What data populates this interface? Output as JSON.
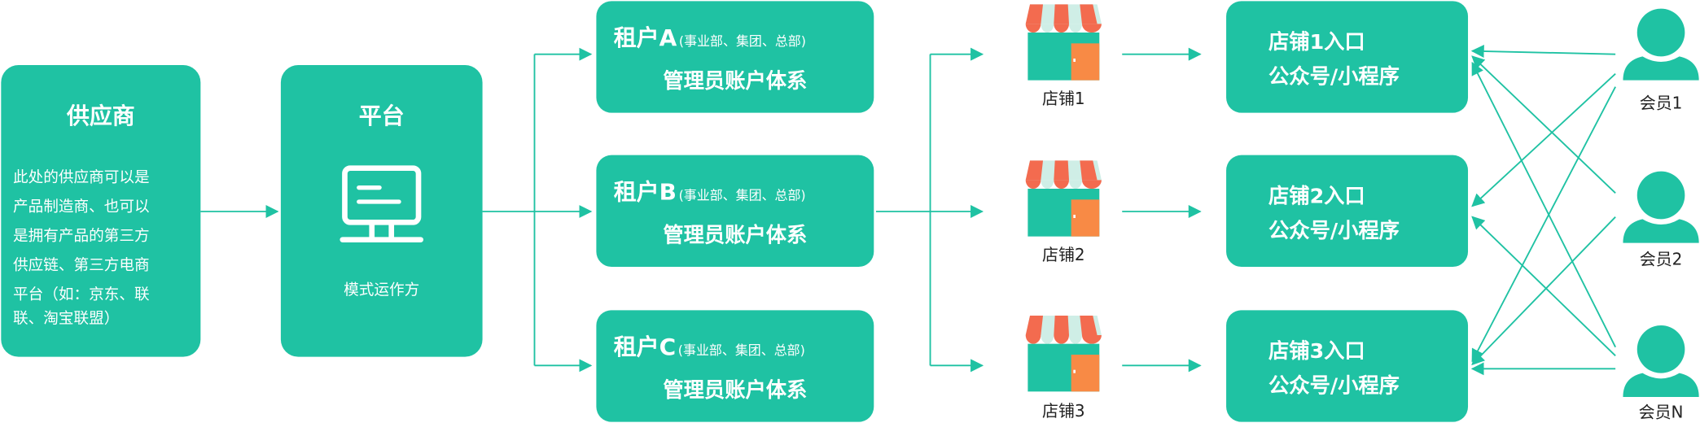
{
  "supplier": {
    "title": "供应商",
    "desc_lines": [
      "此处的供应商可以是",
      "产品制造商、也可以",
      "是拥有产品的第三方",
      "供应链、第三方电商",
      "平台（如：京东、联",
      "联、淘宝联盟）"
    ]
  },
  "platform": {
    "title": "平台",
    "subtitle": "模式运作方",
    "icon": "monitor-icon"
  },
  "tenants": [
    {
      "name": "租户A",
      "note": "(事业部、集团、总部)",
      "line2": "管理员账户体系"
    },
    {
      "name": "租户B",
      "note": "(事业部、集团、总部)",
      "line2": "管理员账户体系"
    },
    {
      "name": "租户C",
      "note": "(事业部、集团、总部)",
      "line2": "管理员账户体系"
    }
  ],
  "stores": [
    {
      "label": "店铺1",
      "icon": "storefront-icon"
    },
    {
      "label": "店铺2",
      "icon": "storefront-icon"
    },
    {
      "label": "店铺3",
      "icon": "storefront-icon"
    }
  ],
  "entries": [
    {
      "line1": "店铺1入口",
      "line2": "公众号/小程序"
    },
    {
      "line1": "店铺2入口",
      "line2": "公众号/小程序"
    },
    {
      "line1": "店铺3入口",
      "line2": "公众号/小程序"
    }
  ],
  "members": [
    {
      "label": "会员1",
      "icon": "user-icon"
    },
    {
      "label": "会员2",
      "icon": "user-icon"
    },
    {
      "label": "会员N",
      "icon": "user-icon"
    }
  ],
  "colors": {
    "primary": "#1fc2a3",
    "awning_red": "#f36b4f",
    "awning_light": "#cfeee6",
    "door_orange": "#f88a45"
  }
}
